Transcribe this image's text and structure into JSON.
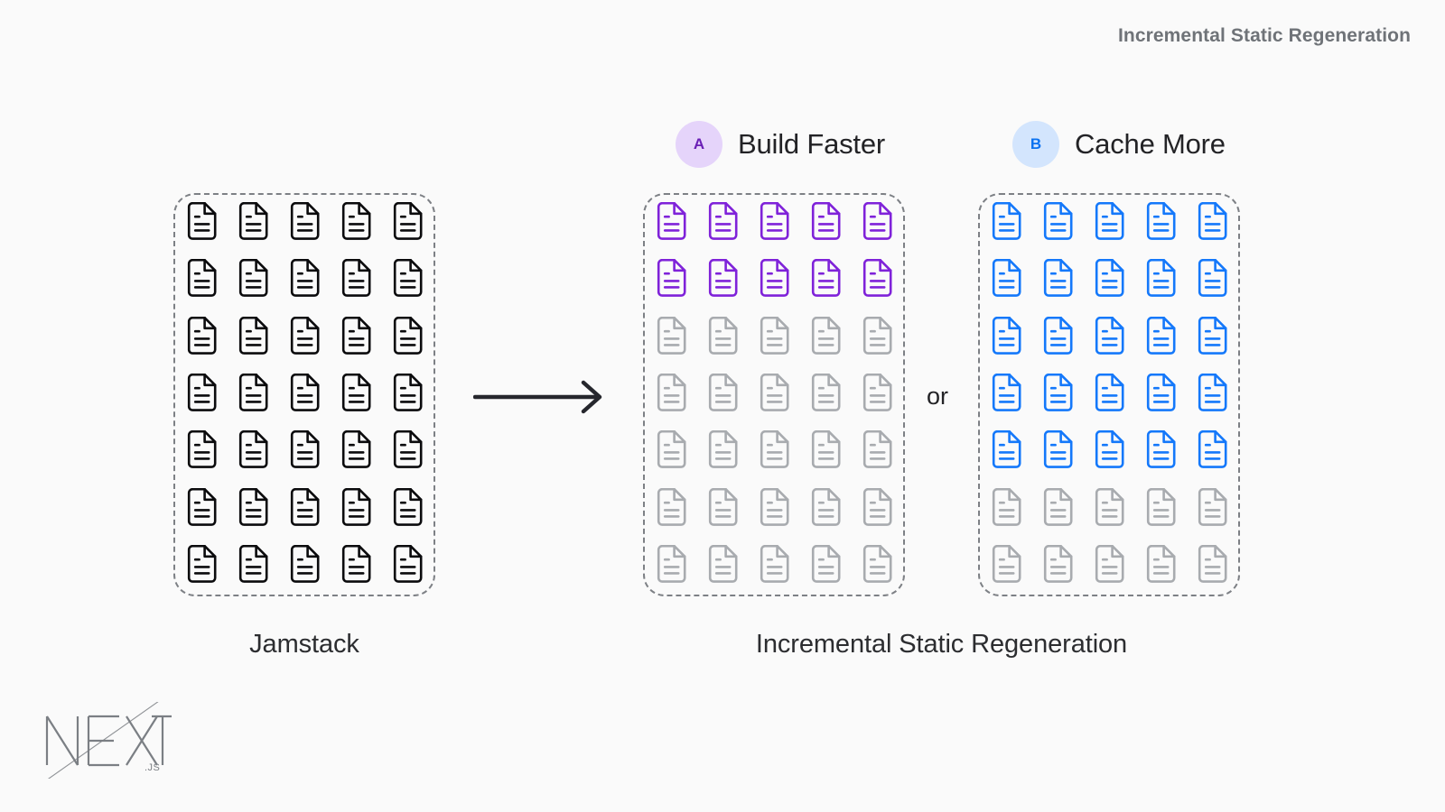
{
  "header": {
    "title": "Incremental Static Regeneration"
  },
  "legend": [
    {
      "badge": "A",
      "label": "Build Faster",
      "badge_bg": "#e5d4fa",
      "badge_fg": "#6a1fb5"
    },
    {
      "badge": "B",
      "label": "Cache More",
      "badge_bg": "#d3e5fd",
      "badge_fg": "#0b72f0"
    }
  ],
  "connector": {
    "arrow_icon": "arrow-right-icon",
    "or_label": "or"
  },
  "panels": [
    {
      "id": "jamstack",
      "caption": "Jamstack",
      "columns": 5,
      "rows": 7,
      "total_docs": 35,
      "highlighted_rows": 7,
      "highlight_color": "#0b0b0d",
      "muted_color": "#a8abaf",
      "row_states": [
        "on",
        "on",
        "on",
        "on",
        "on",
        "on",
        "on"
      ]
    },
    {
      "id": "build-faster",
      "caption": "",
      "columns": 5,
      "rows": 7,
      "total_docs": 35,
      "highlighted_rows": 2,
      "highlight_color": "#7f22d9",
      "muted_color": "#a8abaf",
      "row_states": [
        "on",
        "on",
        "off",
        "off",
        "off",
        "off",
        "off"
      ]
    },
    {
      "id": "cache-more",
      "caption": "",
      "columns": 5,
      "rows": 7,
      "total_docs": 35,
      "highlighted_rows": 5,
      "highlight_color": "#1478fa",
      "muted_color": "#a8abaf",
      "row_states": [
        "on",
        "on",
        "on",
        "on",
        "on",
        "off",
        "off"
      ]
    }
  ],
  "captions": {
    "left": "Jamstack",
    "right": "Incremental Static Regeneration"
  },
  "logo": {
    "name": "nextjs-logo",
    "wordmark": "NEXT",
    "suffix": ".JS",
    "color": "#7b7f84"
  },
  "colors": {
    "background": "#fafafa",
    "header_text": "#6f7378",
    "caption_text": "#2c2d30",
    "panel_border": "#7d8085",
    "purple": "#7f22d9",
    "blue": "#1478fa",
    "gray": "#a8abaf",
    "black": "#0b0b0d"
  }
}
